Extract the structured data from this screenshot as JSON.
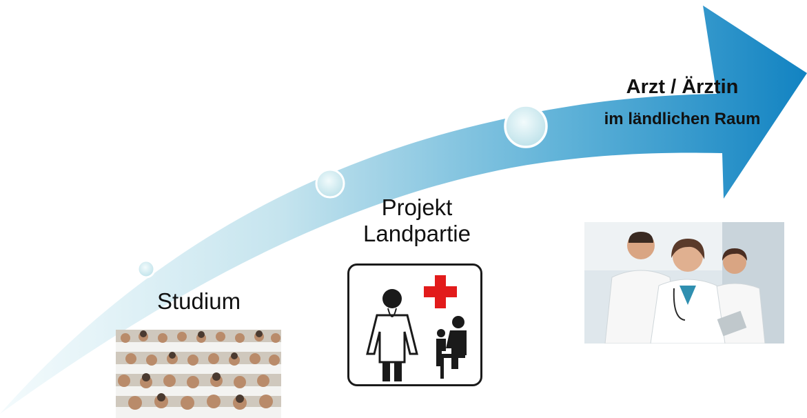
{
  "steps": {
    "studium": "Studium",
    "projekt_line1": "Projekt",
    "projekt_line2": "Landpartie"
  },
  "goal": {
    "line1": "Arzt / Ärztin",
    "line2": "im ländlichen Raum"
  },
  "images": {
    "students": "lecture-hall-students-photo",
    "doctors": "doctors-team-photo",
    "rural_doctor": "doctor-with-patients-pictogram"
  },
  "colors": {
    "arrow_light": "#eaf6f9",
    "arrow_dark": "#1b8cc5",
    "milestone_fill": "#dff1f4",
    "red_cross": "#e21b1b"
  }
}
